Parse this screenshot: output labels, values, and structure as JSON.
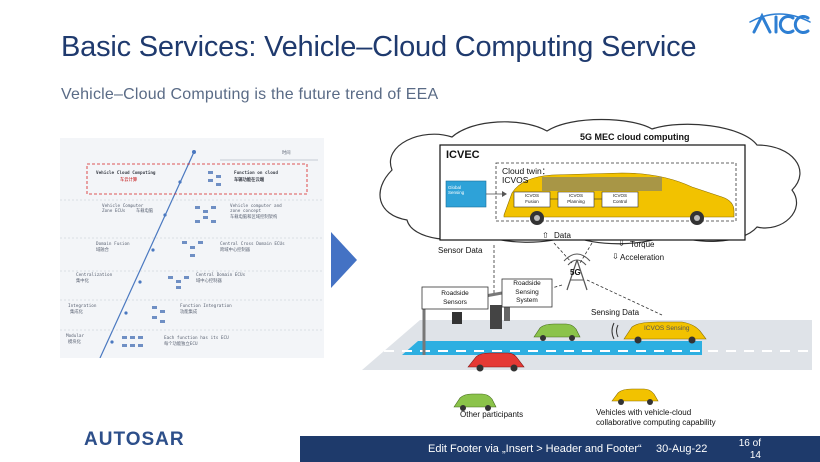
{
  "header": {
    "title": "Basic Services: Vehicle–Cloud Computing Service",
    "subtitle": "Vehicle–Cloud Computing is the future trend of EEA",
    "logo_text": "AICC"
  },
  "evolution": {
    "time_label": "时间",
    "stages": [
      {
        "label_en": "Vehicle Cloud Computing",
        "label_cn": "车云计算",
        "desc_en": "Function on cloud",
        "desc_cn": "车辆功能在云端"
      },
      {
        "label_en": "Vehicle Computer\nZone ECUs",
        "label_cn": "车载电脑",
        "desc_en": "Vehicle computer and\nzone concept",
        "desc_cn": "车载电脑和区域控制架构"
      },
      {
        "label_en": "Domain Fusion",
        "label_cn": "域融合",
        "desc_en": "Central Cross Domain ECUs",
        "desc_cn": "跨域中心控制器"
      },
      {
        "label_en": "Centralization",
        "label_cn": "集中化",
        "desc_en": "Central Domain ECUs",
        "desc_cn": "域中心控制器"
      },
      {
        "label_en": "Integration",
        "label_cn": "集成化",
        "desc_en": "Function Integration",
        "desc_cn": "功能集成"
      },
      {
        "label_en": "Modular",
        "label_cn": "模块化",
        "desc_en": "Each function has its ECU",
        "desc_cn": "每个功能独立ECU"
      }
    ]
  },
  "diagram": {
    "cloud_label": "5G MEC cloud computing",
    "icvec_label": "ICVEC",
    "cloud_twin": "Cloud twin：",
    "icvos": "ICVOS",
    "global_sensing": "Global\nSensing",
    "modules": [
      "ICVOS\nFusion",
      "ICVOS\nPlanning",
      "ICVOS\nControl"
    ],
    "data_label": "Data",
    "torque": "Torque",
    "acceleration": "Acceleration",
    "sensor_data_left": "Sensor Data",
    "sensor_data_right": "Sensing Data",
    "fiveg": "5G",
    "roadside_system": "Roadside\nSensing\nSystem",
    "roadside_sensors": "Roadside\nSensors",
    "icvos_sensing": "ICVOS Sensing",
    "other_participants": "Other participants",
    "vehicles_capability": "Vehicles with vehicle-cloud\ncollaborative computing capability"
  },
  "colors": {
    "title": "#1f3a6e",
    "footer_bg": "#1e3a6b",
    "arrow": "#4472c4",
    "car_yellow": "#f2c200",
    "road": "#dfe3e8"
  },
  "footer": {
    "brand": "AUTOSAR",
    "text": "Edit Footer via „Insert > Header and Footer“",
    "date": "30-Aug-22",
    "page": "16 of\n14"
  }
}
